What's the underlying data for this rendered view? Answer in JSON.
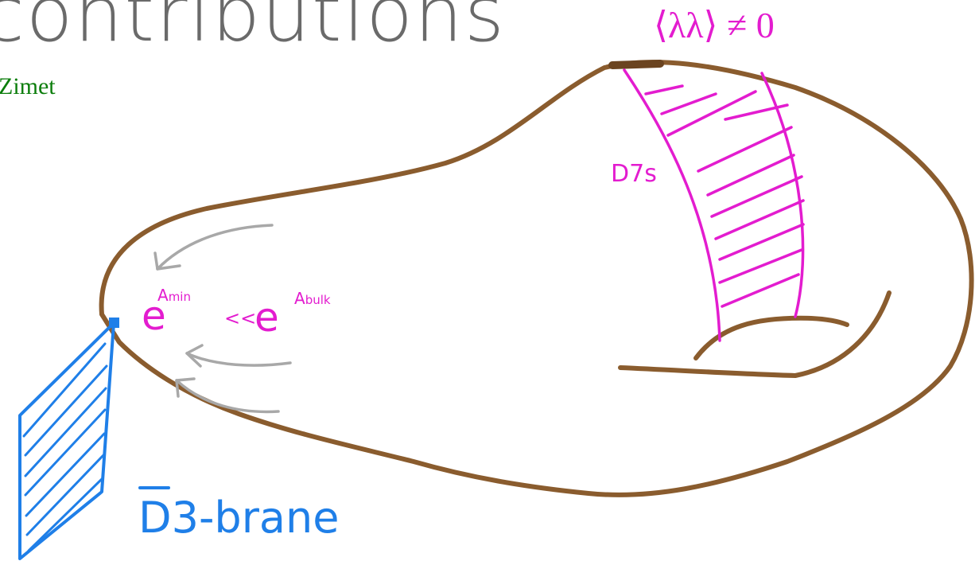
{
  "title": "contributions",
  "author": "Zimet",
  "formula": "⟨λλ⟩ ≠ 0",
  "labels": {
    "d7": "D7s",
    "warp_base_left": "e",
    "warp_exp_left": "A",
    "warp_sub_left": "min",
    "warp_relation": "<<",
    "warp_base_right": "e",
    "warp_exp_right": "A",
    "warp_sub_right": "bulk",
    "brane_bar": "D",
    "brane_rest": "3-brane"
  },
  "colors": {
    "bulk_outline": "#8a5c2e",
    "d7": "#e31ccf",
    "brane": "#1f7fe8",
    "arrows": "#a8a8a8",
    "title": "#6a6a6a",
    "author": "#0b7d0b"
  }
}
